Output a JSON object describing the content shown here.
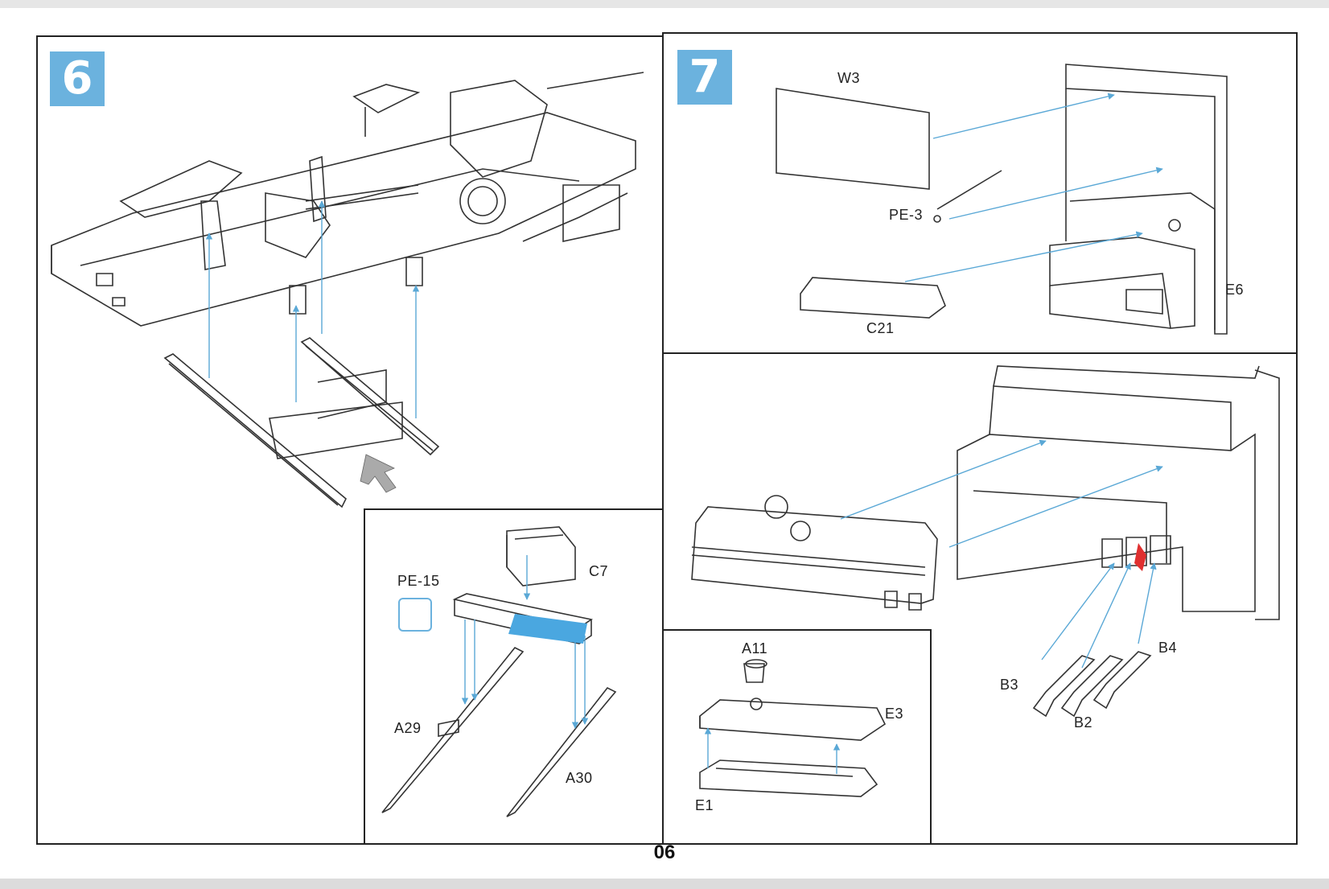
{
  "page_number": "06",
  "steps": {
    "step6": {
      "number": "6",
      "parts": {
        "pe15": "PE-15",
        "c7": "C7",
        "a29": "A29",
        "a30": "A30"
      }
    },
    "step7": {
      "number": "7",
      "parts": {
        "w3": "W3",
        "pe3": "PE-3",
        "c21": "C21",
        "e6": "E6"
      }
    },
    "step7b": {
      "parts": {
        "b4": "B4",
        "b3": "B3",
        "b2": "B2"
      }
    },
    "step7c": {
      "parts": {
        "a11": "A11",
        "e3": "E3",
        "e1": "E1"
      }
    }
  },
  "colors": {
    "badge": "#6bb2de",
    "arrow": "#5aa8d6",
    "highlight": "#e03030"
  }
}
